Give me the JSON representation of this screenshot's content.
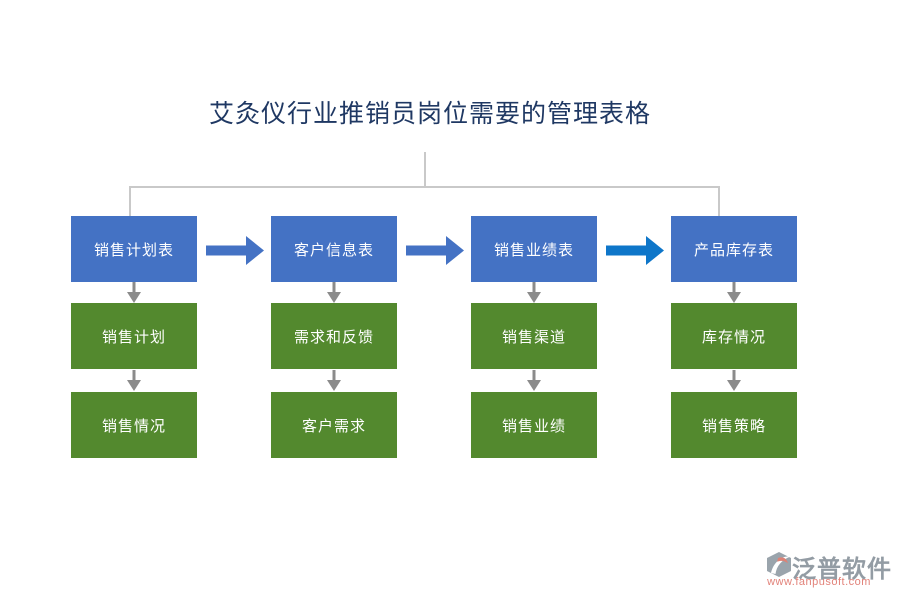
{
  "title": "艾灸仪行业推销员岗位需要的管理表格",
  "colors": {
    "box_blue": "#4472C4",
    "box_green": "#53892E",
    "arrow_blue": "#4472C4",
    "arrow_blue_bright": "#0E76C9",
    "arrow_gray": "#8B8B8B",
    "connector_gray": "#C9C9C9",
    "title_color": "#1F3863",
    "logo_text_color": "#939CA4",
    "logo_url_color": "#E28279"
  },
  "columns": [
    {
      "header": "销售计划表",
      "items": [
        "销售计划",
        "销售情况"
      ]
    },
    {
      "header": "客户信息表",
      "items": [
        "需求和反馈",
        "客户需求"
      ]
    },
    {
      "header": "销售业绩表",
      "items": [
        "销售渠道",
        "销售业绩"
      ]
    },
    {
      "header": "产品库存表",
      "items": [
        "库存情况",
        "销售策略"
      ]
    }
  ],
  "logo": {
    "name": "泛普软件",
    "url": "www.fanpusoft.com"
  }
}
